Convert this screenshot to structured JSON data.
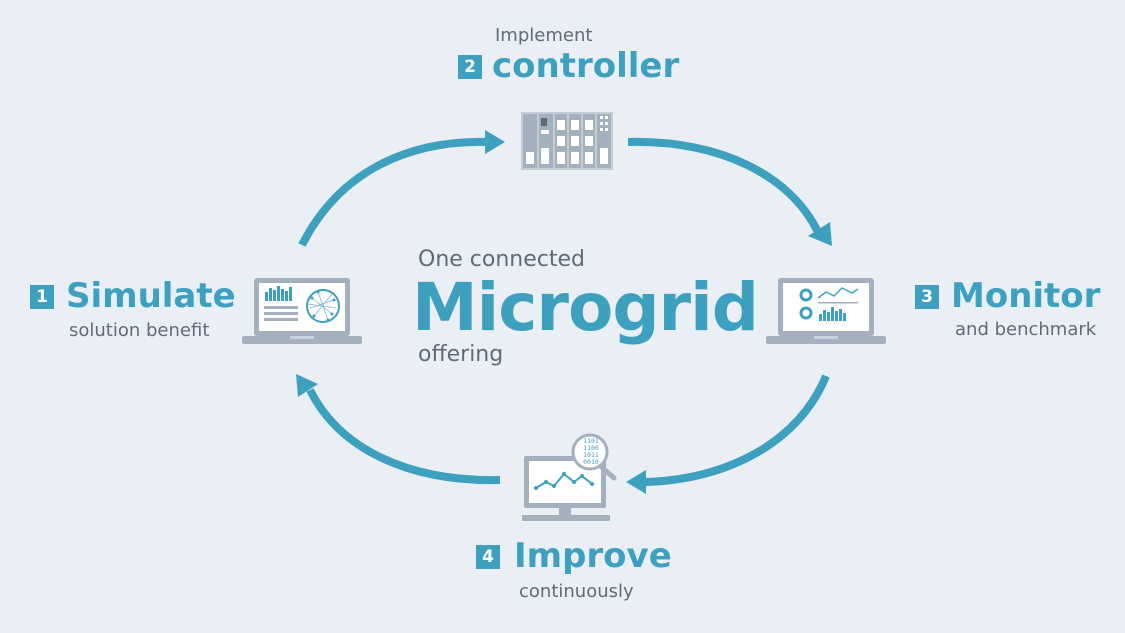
{
  "colors": {
    "accent": "#3ea0bf",
    "gray_text": "#5f6b78",
    "background": "#e9eff5",
    "device_gray": "#a3b0bd",
    "device_light": "#c9d3dc"
  },
  "center": {
    "line1": "One connected",
    "line2": "Microgrid",
    "line3": "offering"
  },
  "steps": {
    "implement": {
      "number": "2",
      "pre": "Implement",
      "title": "controller",
      "icon": "plc-controller-icon"
    },
    "simulate": {
      "number": "1",
      "title": "Simulate",
      "sub": "solution benefit",
      "icon": "laptop-simulation-icon"
    },
    "monitor": {
      "number": "3",
      "title": "Monitor",
      "sub": "and benchmark",
      "icon": "laptop-dashboard-icon"
    },
    "improve": {
      "number": "4",
      "title": "Improve",
      "sub": "continuously",
      "icon": "monitor-analysis-icon"
    }
  },
  "magnifier_digits": [
    "1101",
    "1100",
    "1011",
    "0010"
  ]
}
